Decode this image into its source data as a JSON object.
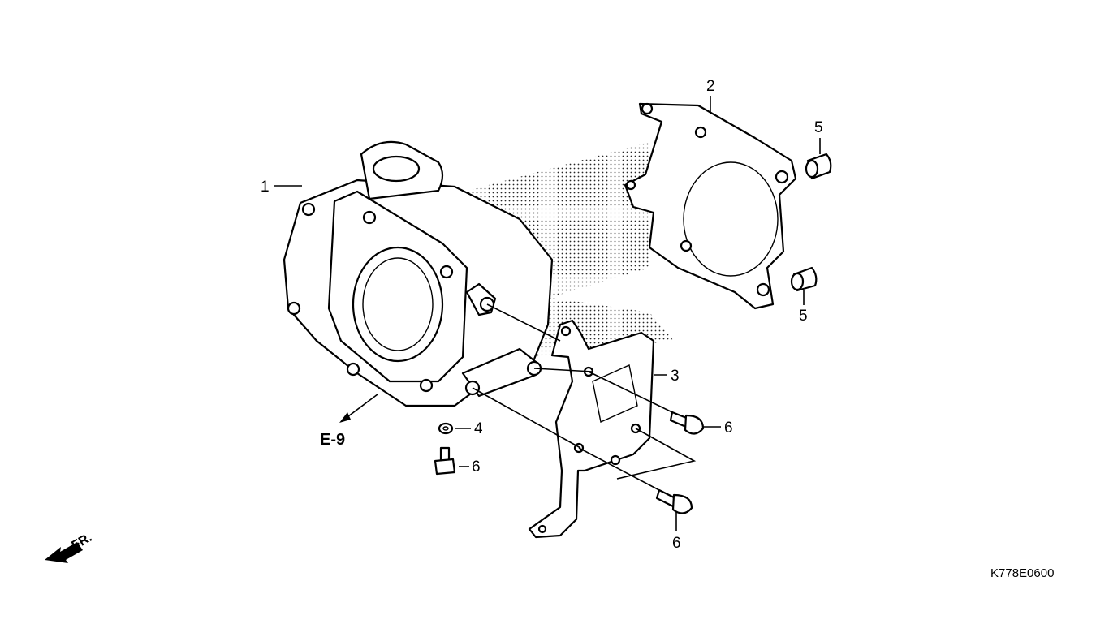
{
  "diagram": {
    "part_labels": {
      "p1": "1",
      "p2": "2",
      "p3": "3",
      "p4": "4",
      "p5a": "5",
      "p5b": "5",
      "p6a": "6",
      "p6b": "6",
      "p6c": "6"
    },
    "reference": "E-9",
    "direction": "FR.",
    "diagram_code": "K778E0600"
  }
}
